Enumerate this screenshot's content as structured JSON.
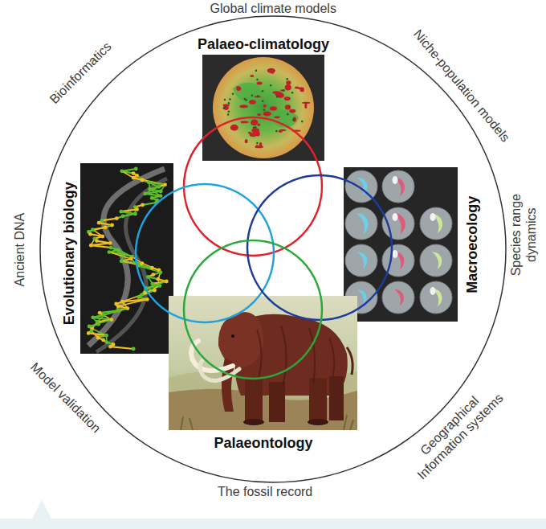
{
  "diagram": {
    "nodes": [
      {
        "text": [
          "Palaeo-climatology"
        ]
      },
      {
        "text": [
          "Evolutionary biology"
        ]
      },
      {
        "text": [
          "Macroecology"
        ]
      },
      {
        "text": [
          "Palaeontology"
        ]
      }
    ],
    "labels": [
      "Global climate models",
      "Niche-population models",
      "Species range dynamics",
      "Geographical Information systems",
      "The fossil record",
      "Model validation",
      "Ancient DNA",
      "Bioinformatics"
    ]
  }
}
